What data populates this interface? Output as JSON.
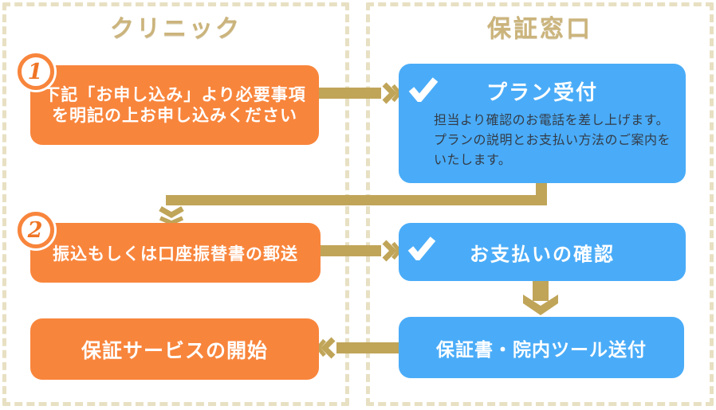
{
  "colors": {
    "box_orange": "#F8853C",
    "box_blue": "#4AACF8",
    "arrow_tan": "#C0A559",
    "panel_border_tan": "#E8E0C3",
    "heading_tan": "#CBB47C",
    "badge_number_orange": "#EF7425",
    "body_text_dark": "#333B47",
    "box_text_white": "#FFFFFF"
  },
  "headers": {
    "left": "クリニック",
    "right": "保証窓口"
  },
  "flow": {
    "step1": {
      "badge": "1",
      "clinic_line1": "下記「お申し込み」より必要事項",
      "clinic_line2": "を明記の上お申し込みください",
      "desk_title": "プラン受付",
      "desk_body_line1": "担当より確認のお電話を差し上げます。",
      "desk_body_line2": "プランの説明とお支払い方法のご案内を",
      "desk_body_line3": "いたします。"
    },
    "step2": {
      "badge": "2",
      "clinic_text": "振込もしくは口座振替書の郵送",
      "desk_title": "お支払いの確認"
    },
    "step3": {
      "desk_title": "保証書・院内ツール送付",
      "clinic_text": "保証サービスの開始"
    }
  },
  "icons": {
    "check": "check-icon",
    "arrow_right": "double-chevron-right-arrow-icon",
    "arrow_left": "double-chevron-left-arrow-icon",
    "arrow_down": "chevron-down-arrow-icon",
    "connector": "elbow-connector-down-arrow-icon"
  }
}
